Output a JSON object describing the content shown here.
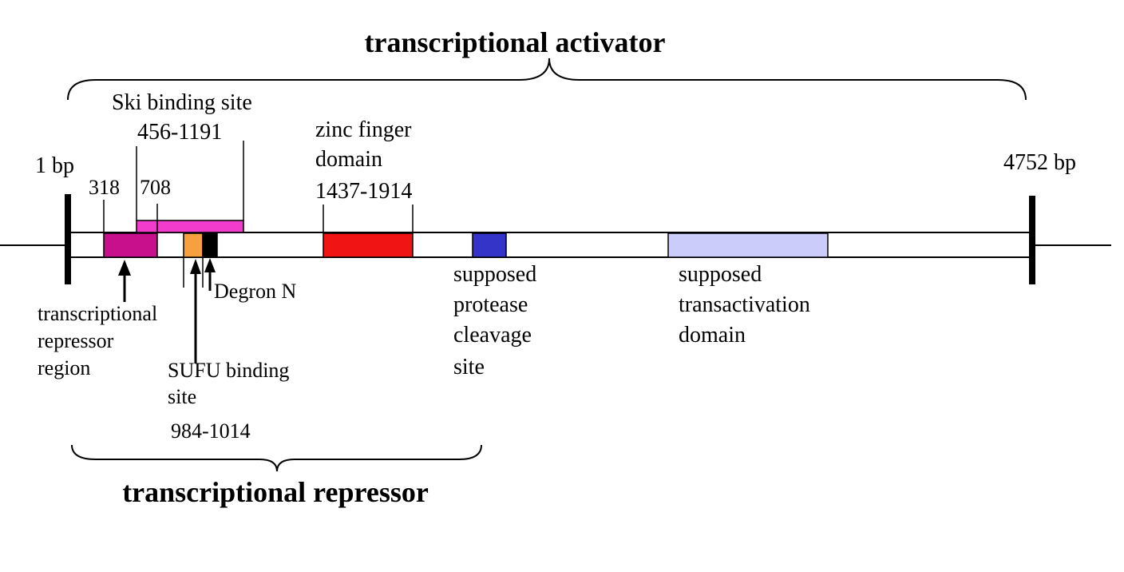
{
  "titles": {
    "activator": "transcriptional activator",
    "repressor": "transcriptional repressor"
  },
  "ends": {
    "start": "1 bp",
    "end": "4752 bp"
  },
  "positions": {
    "p318": "318",
    "p708": "708"
  },
  "ski": {
    "line1": "Ski binding site",
    "line2": "456-1191"
  },
  "zinc": {
    "line1": "zinc finger",
    "line2": "domain",
    "line3": "1437-1914"
  },
  "degron": "Degron N",
  "repressor_region": {
    "line1": "transcriptional",
    "line2": "repressor",
    "line3": "region"
  },
  "sufu": {
    "line1": "SUFU binding",
    "line2": "site",
    "line3": "984-1014"
  },
  "protease": {
    "line1": "supposed",
    "line2": "protease",
    "line3": "cleavage",
    "line4": "site"
  },
  "transact": {
    "line1": "supposed",
    "line2": "transactivation",
    "line3": "domain"
  },
  "colors": {
    "repressor_region": "#c8108c",
    "ski_bar": "#f23ccc",
    "sufu_box": "#f7a040",
    "degron_box": "#000000",
    "zinc_finger": "#f01414",
    "protease_site": "#3434c8",
    "transactivation": "#ccccfa"
  }
}
